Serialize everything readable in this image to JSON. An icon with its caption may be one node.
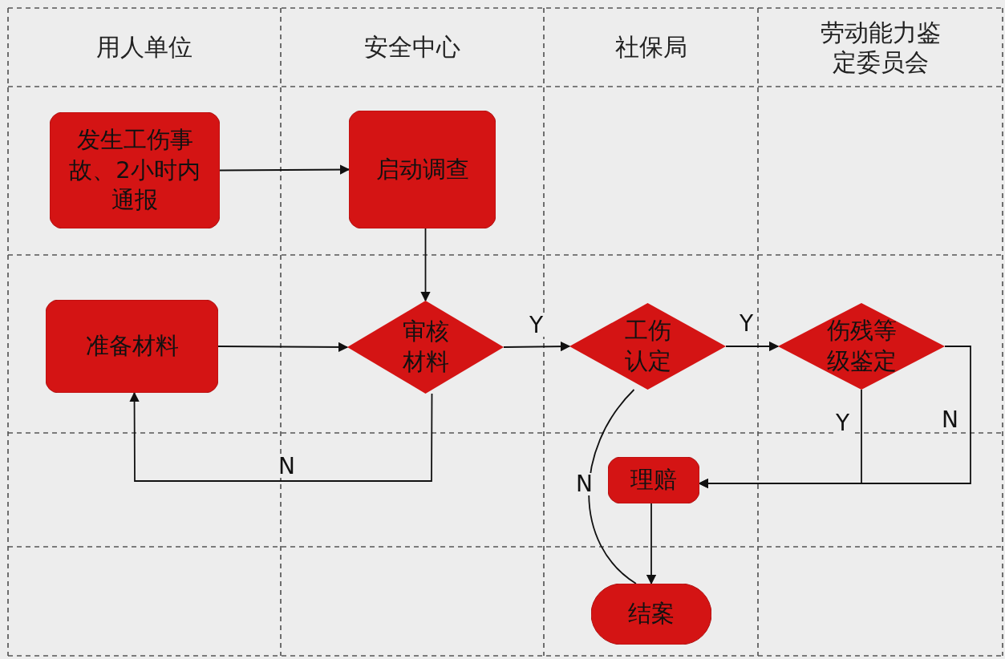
{
  "diagram": {
    "nodes": [
      {
        "text": [
          "发生工伤事故、2小时内通报"
        ]
      },
      {
        "text": [
          "启动调查"
        ]
      },
      {
        "text": [
          "准备材料"
        ]
      },
      {
        "text": [
          "审核材料"
        ]
      },
      {
        "text": [
          "工伤认定"
        ]
      },
      {
        "text": [
          "伤残等级鉴定"
        ]
      },
      {
        "text": [
          "理赔"
        ]
      },
      {
        "text": [
          "结案"
        ]
      }
    ],
    "edges": [
      {
        "from": 0,
        "to": 1,
        "arrow": "to"
      },
      {
        "from": 1,
        "to": 3,
        "arrow": "to"
      },
      {
        "from": 2,
        "to": 3,
        "arrow": "to"
      },
      {
        "from": 3,
        "to": 2,
        "arrow": "to",
        "label": "N"
      },
      {
        "from": 3,
        "to": 4,
        "arrow": "to",
        "label": "Y"
      },
      {
        "from": 4,
        "to": 5,
        "arrow": "to",
        "label": "Y"
      },
      {
        "from": 5,
        "to": 6,
        "arrow": "to",
        "label": "Y"
      },
      {
        "from": 5,
        "to": 6,
        "arrow": "to",
        "label": "N"
      },
      {
        "from": 6,
        "to": 7,
        "arrow": "to"
      },
      {
        "from": 4,
        "to": 7,
        "arrow": "none",
        "label": "N"
      }
    ],
    "labels": [
      "用人单位",
      "安全中心",
      "社保局",
      "劳动能力鉴定委员会"
    ]
  }
}
